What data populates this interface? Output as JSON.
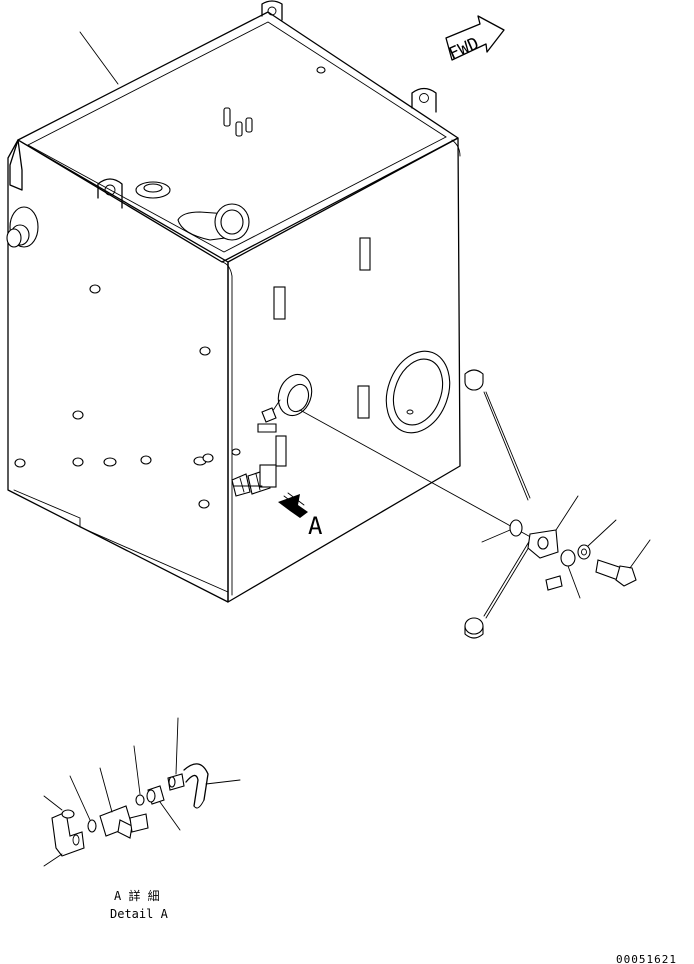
{
  "drawing": {
    "direction_arrow": {
      "text": "FWD"
    },
    "view_label": "A",
    "detail_caption": {
      "japanese": "A 詳 細",
      "english": "Detail A"
    },
    "drawing_number": "00051621"
  }
}
